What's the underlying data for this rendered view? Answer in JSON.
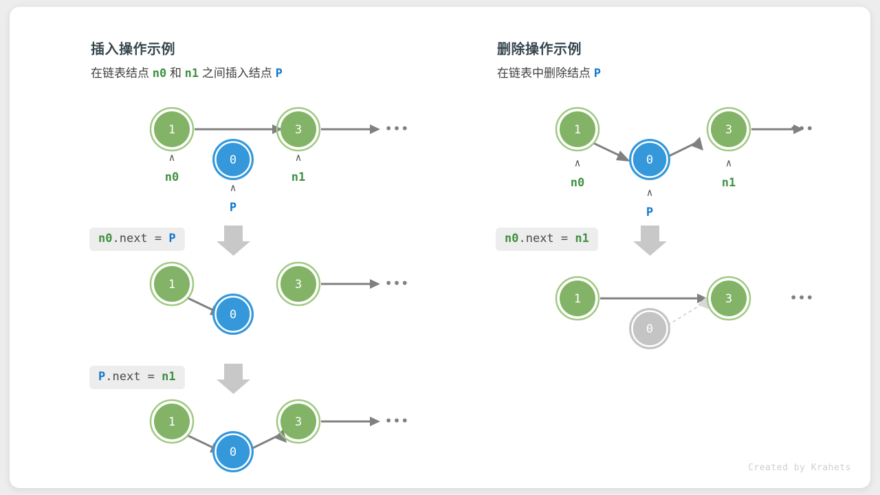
{
  "colors": {
    "green_fill": "#82b366",
    "green_ring": "#9ec97f",
    "blue_fill": "#3498db",
    "blue_ring": "#3498db",
    "gray_fill": "#c4c4c4",
    "gray_ring": "#c4c4c4",
    "arrow": "#808080",
    "dashed_arrow": "#d8d8d8",
    "big_arrow": "#c8c8c8",
    "label_green": "#3f9142",
    "label_blue": "#1477cc",
    "card_bg": "#ffffff",
    "page_bg": "#ededed"
  },
  "left_panel": {
    "title": "插入操作示例",
    "subtitle_parts": [
      {
        "text": "在链表结点 ",
        "style": "plain"
      },
      {
        "text": "n0",
        "style": "green"
      },
      {
        "text": " 和 ",
        "style": "plain"
      },
      {
        "text": "n1",
        "style": "green"
      },
      {
        "text": " 之间插入结点 ",
        "style": "plain"
      },
      {
        "text": "P",
        "style": "blue"
      }
    ],
    "steps": [
      {
        "code_parts": [
          {
            "text": "n0",
            "style": "green"
          },
          {
            "text": ".next = ",
            "style": "plain"
          },
          {
            "text": "P",
            "style": "blue"
          }
        ],
        "code_plain": "n0.next = P"
      },
      {
        "code_parts": [
          {
            "text": "P",
            "style": "blue"
          },
          {
            "text": ".next = ",
            "style": "plain"
          },
          {
            "text": "n1",
            "style": "green"
          }
        ],
        "code_plain": "P.next = n1"
      }
    ],
    "rows": [
      {
        "name": "initial-state",
        "nodes": [
          {
            "value": "1",
            "color": "green",
            "pointer": "n0",
            "pointer_color": "green"
          },
          {
            "value": "0",
            "color": "blue",
            "pointer": "P",
            "pointer_color": "blue"
          },
          {
            "value": "3",
            "color": "green",
            "pointer": "n1",
            "pointer_color": "green"
          }
        ],
        "ellipsis": "•••"
      },
      {
        "name": "after-n0-next-p",
        "nodes": [
          {
            "value": "1",
            "color": "green"
          },
          {
            "value": "0",
            "color": "blue"
          },
          {
            "value": "3",
            "color": "green"
          }
        ],
        "ellipsis": "•••"
      },
      {
        "name": "after-p-next-n1",
        "nodes": [
          {
            "value": "1",
            "color": "green"
          },
          {
            "value": "0",
            "color": "blue"
          },
          {
            "value": "3",
            "color": "green"
          }
        ],
        "ellipsis": "•••"
      }
    ]
  },
  "right_panel": {
    "title": "删除操作示例",
    "subtitle_parts": [
      {
        "text": "在链表中删除结点 ",
        "style": "plain"
      },
      {
        "text": "P",
        "style": "blue"
      }
    ],
    "steps": [
      {
        "code_parts": [
          {
            "text": "n0",
            "style": "green"
          },
          {
            "text": ".next = ",
            "style": "plain"
          },
          {
            "text": "n1",
            "style": "green"
          }
        ],
        "code_plain": "n0.next = n1"
      }
    ],
    "rows": [
      {
        "name": "initial-state",
        "nodes": [
          {
            "value": "1",
            "color": "green",
            "pointer": "n0",
            "pointer_color": "green"
          },
          {
            "value": "0",
            "color": "blue",
            "pointer": "P",
            "pointer_color": "blue"
          },
          {
            "value": "3",
            "color": "green",
            "pointer": "n1",
            "pointer_color": "green"
          }
        ],
        "ellipsis": "•••"
      },
      {
        "name": "after-delete",
        "nodes": [
          {
            "value": "1",
            "color": "green"
          },
          {
            "value": "0",
            "color": "gray"
          },
          {
            "value": "3",
            "color": "green"
          }
        ],
        "ellipsis": "•••"
      }
    ]
  },
  "caret_glyph": "∧",
  "credit": "Created by Krahets"
}
